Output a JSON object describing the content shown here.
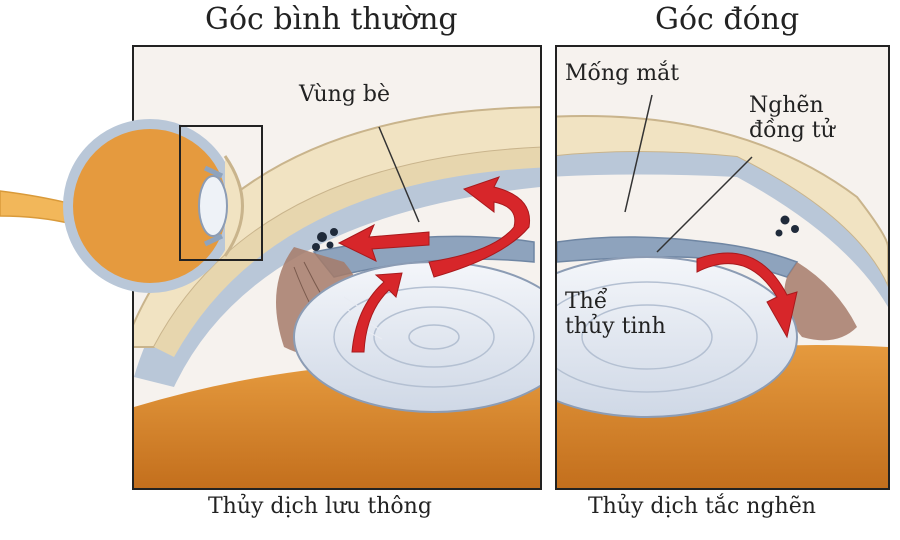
{
  "titles": {
    "normal": "Góc bình thường",
    "closed": "Góc đóng"
  },
  "labels": {
    "trabecular": "Vùng bè",
    "iris": "Mống mắt",
    "pupil_block_line1": "Nghẽn",
    "pupil_block_line2": "đồng tử",
    "lens_line1": "Thể",
    "lens_line2": "thủy tinh"
  },
  "captions": {
    "normal": "Thủy dịch lưu thông",
    "closed": "Thủy dịch tắc nghẽn"
  },
  "colors": {
    "orange": "#e08a2c",
    "cornea": "#f1e3c2",
    "blue_gray": "#9fb2c8",
    "arrow_red": "#d7262a"
  }
}
